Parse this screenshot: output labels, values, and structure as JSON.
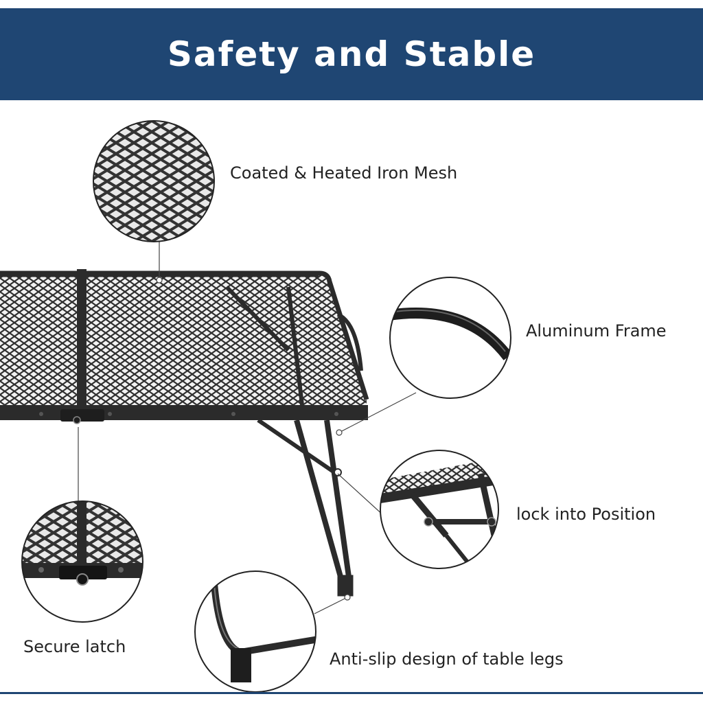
{
  "header": {
    "title": "Safety and Stable"
  },
  "features": {
    "mesh": "Coated & Heated Iron Mesh",
    "frame": "Aluminum Frame",
    "lock": "lock into Position",
    "latch": "Secure latch",
    "legs": "Anti-slip design of table legs"
  },
  "colors": {
    "banner": "#1f4673",
    "metal": "#2b2b2b",
    "text": "#222222"
  }
}
